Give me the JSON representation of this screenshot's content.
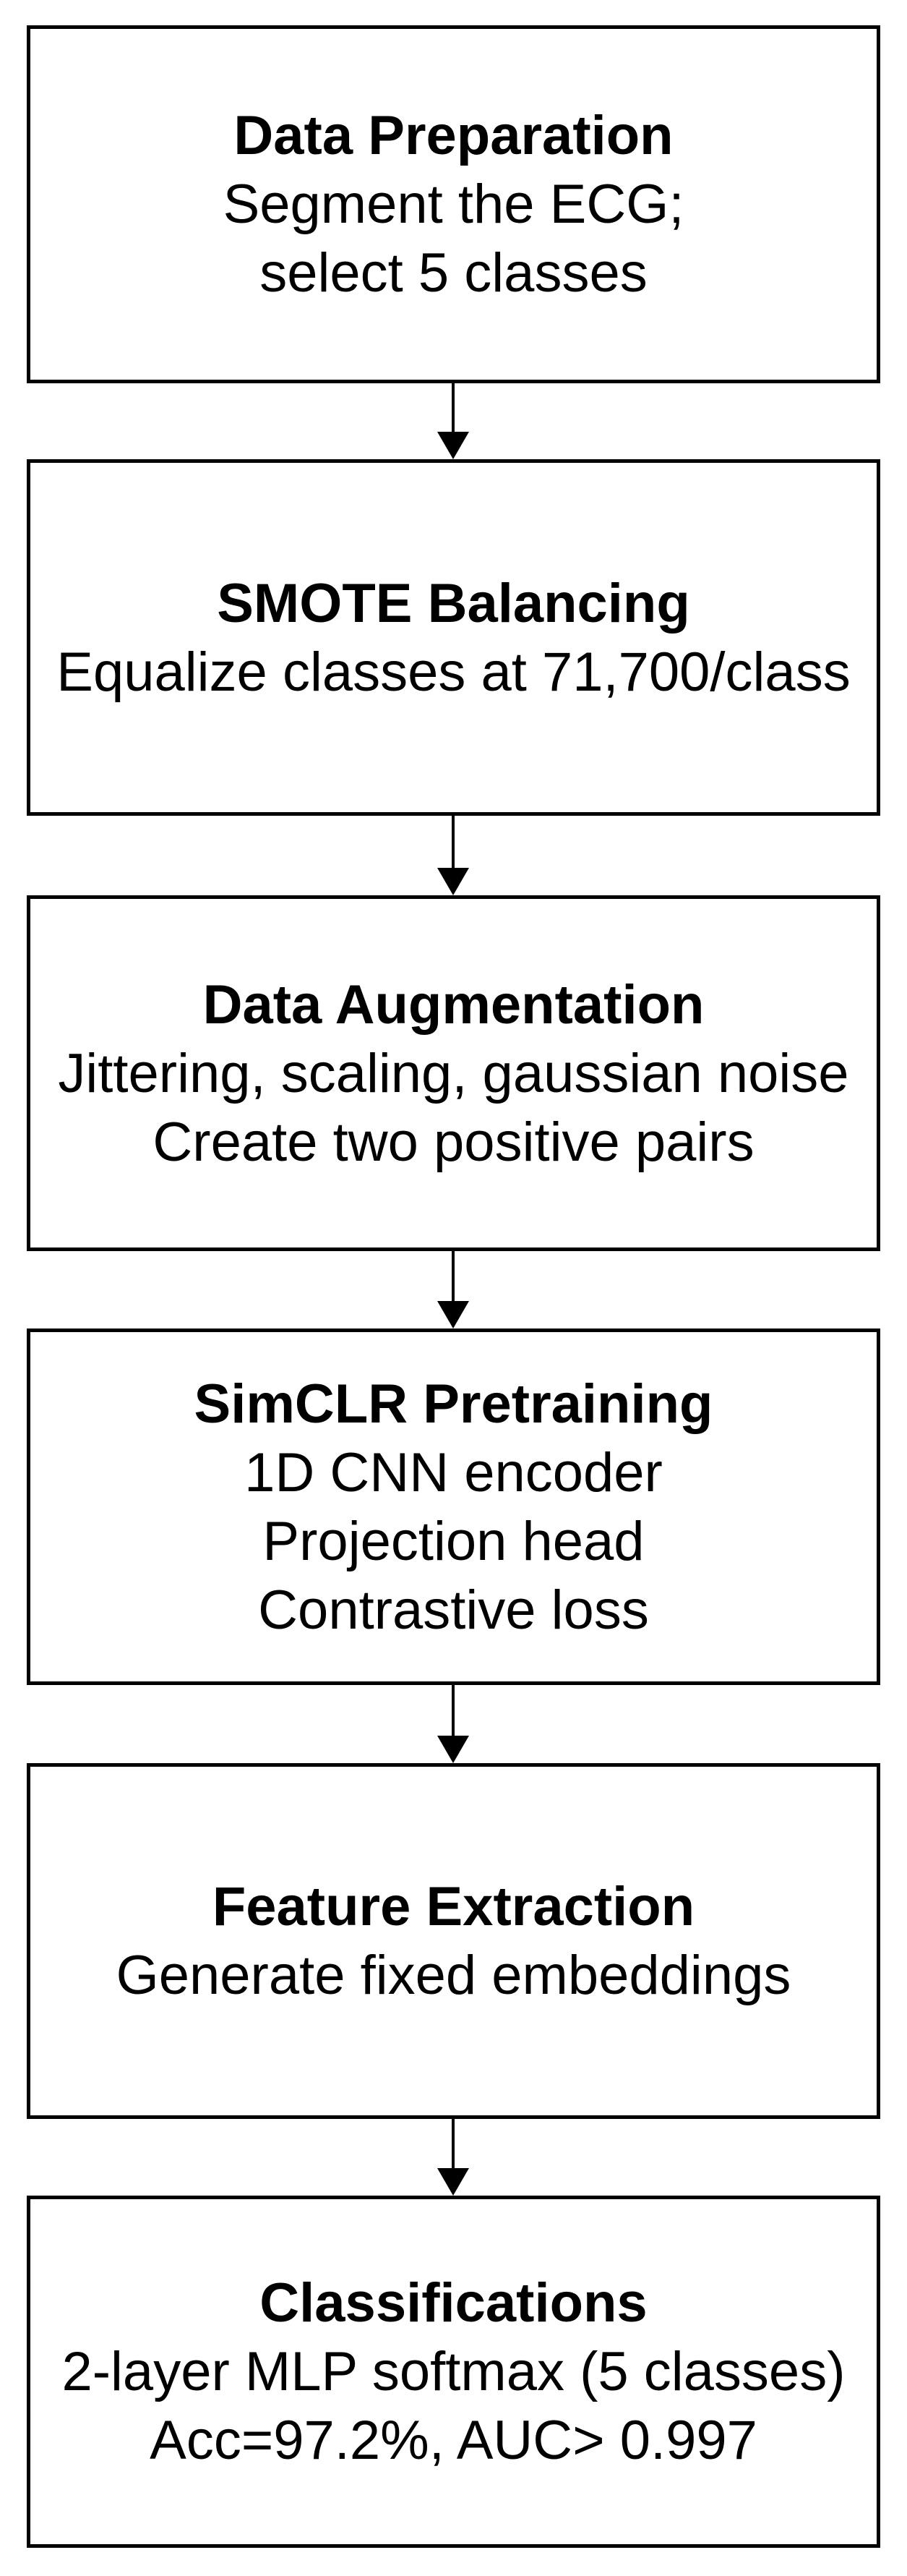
{
  "flowchart": {
    "colors": {
      "border": "#000000",
      "background": "#ffffff",
      "text": "#000000"
    },
    "steps": [
      {
        "title": "Data Preparation",
        "lines": [
          "Segment the ECG;",
          "select 5 classes"
        ]
      },
      {
        "title": "SMOTE Balancing",
        "lines": [
          "Equalize classes at 71,700/class"
        ]
      },
      {
        "title": "Data Augmentation",
        "lines": [
          "Jittering, scaling, gaussian noise",
          "Create two positive pairs"
        ]
      },
      {
        "title": "SimCLR Pretraining",
        "lines": [
          "1D CNN encoder",
          "Projection head",
          "Contrastive loss"
        ]
      },
      {
        "title": "Feature Extraction",
        "lines": [
          "Generate fixed embeddings"
        ]
      },
      {
        "title": "Classifications",
        "lines": [
          "2-layer MLP softmax (5 classes)",
          "Acc=97.2%, AUC> 0.997"
        ]
      }
    ]
  }
}
